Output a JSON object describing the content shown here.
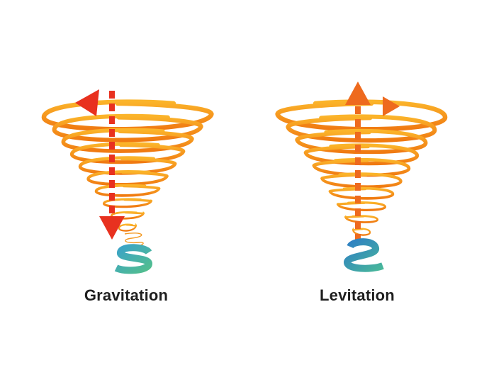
{
  "panels": [
    {
      "label": "Gravitation",
      "direction": "down",
      "glyph": "S"
    },
    {
      "label": "Levitation",
      "direction": "up",
      "glyph": "S-mirrored"
    }
  ],
  "colors": {
    "spiral": "#F49A12",
    "spiral_light": "#FBBF3A",
    "arrow_gravitation": "#E8311F",
    "arrow_levitation": "#EE6A1E",
    "glyph_gradient_start": "#2F8FC8",
    "glyph_gradient_end": "#5CC28A"
  },
  "icons": {
    "gravitation_arrow": "dashed-arrow-down-icon",
    "levitation_arrow": "dashed-arrow-up-icon",
    "glyph": "letter-s-icon"
  }
}
